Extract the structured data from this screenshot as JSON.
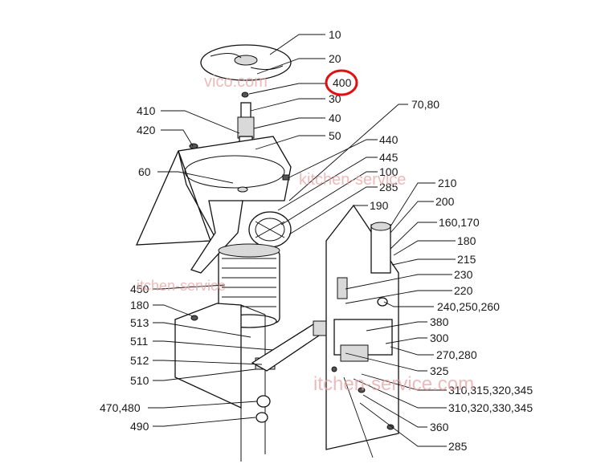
{
  "watermarks": [
    "vico.com",
    "kitchen-service",
    "itchen-service",
    "itchen-service.com"
  ],
  "highlight": {
    "label": "400",
    "color": "#e01010"
  },
  "callouts": {
    "c10": "10",
    "c20": "20",
    "c400": "400",
    "c30": "30",
    "c40": "40",
    "c50": "50",
    "c7080": "70,80",
    "c410": "410",
    "c420": "420",
    "c60": "60",
    "c440": "440",
    "c445": "445",
    "c100": "100",
    "c285a": "285",
    "c210": "210",
    "c200": "200",
    "c160170": "160,170",
    "c190": "190",
    "c180a": "180",
    "c215": "215",
    "c230": "230",
    "c220": "220",
    "c240": "240,250,260",
    "c450": "450",
    "c180b": "180",
    "c513": "513",
    "c511": "511",
    "c512": "512",
    "c510": "510",
    "c470480": "470,480",
    "c490": "490",
    "c380": "380",
    "c300": "300",
    "c270280": "270,280",
    "c325": "325",
    "c310a": "310,315,320,345",
    "c310b": "310,320,330,345",
    "c360": "360",
    "c285b": "285"
  }
}
